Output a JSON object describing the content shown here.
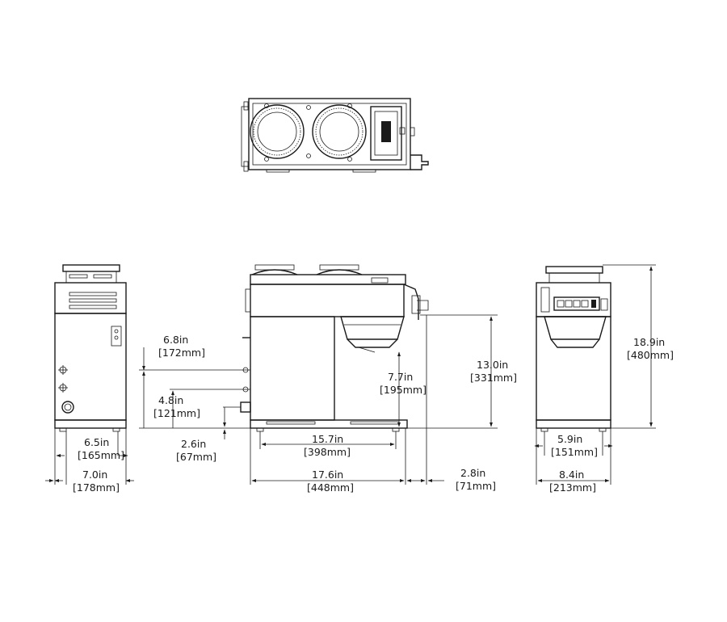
{
  "dimensions": {
    "side_depth_base": {
      "imperial": "6.5in",
      "metric": "[165mm]"
    },
    "side_depth_overall": {
      "imperial": "7.0in",
      "metric": "[178mm]"
    },
    "faucet_upper": {
      "imperial": "6.8in",
      "metric": "[172mm]"
    },
    "faucet_lower": {
      "imperial": "4.8in",
      "metric": "[121mm]"
    },
    "faucet_bottom": {
      "imperial": "2.6in",
      "metric": "[67mm]"
    },
    "warmer_spacing": {
      "imperial": "15.7in",
      "metric": "[398mm]"
    },
    "overall_width": {
      "imperial": "17.6in",
      "metric": "[448mm]"
    },
    "funnel_offset": {
      "imperial": "2.8in",
      "metric": "[71mm]"
    },
    "decanter_clearance": {
      "imperial": "13.0in",
      "metric": "[331mm]"
    },
    "funnel_height": {
      "imperial": "7.7in",
      "metric": "[195mm]"
    },
    "front_base_width": {
      "imperial": "5.9in",
      "metric": "[151mm]"
    },
    "front_overall_width": {
      "imperial": "8.4in",
      "metric": "[213mm]"
    },
    "overall_height": {
      "imperial": "18.9in",
      "metric": "[480mm]"
    }
  }
}
